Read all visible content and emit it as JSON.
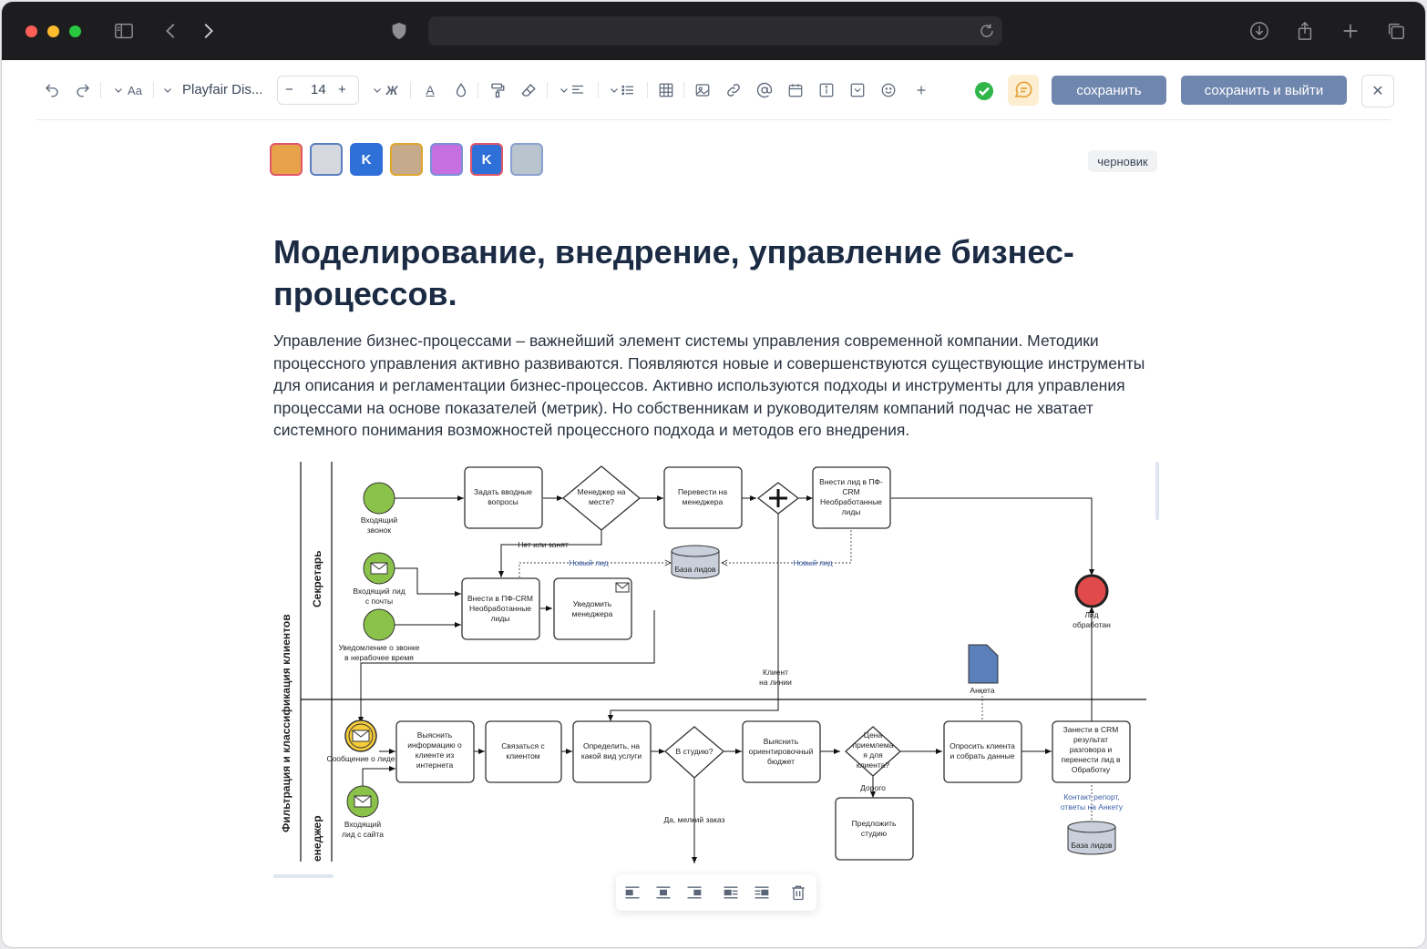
{
  "toolbar": {
    "font_size_glyph": "Aa",
    "font_name": "Playfair Dis...",
    "font_size": "14",
    "bold_glyph": "Ж",
    "underline_glyph": "A",
    "save_label": "сохранить",
    "save_exit_label": "сохранить и выйти"
  },
  "collaborators": [
    {
      "initial": "",
      "border": "#e0566b",
      "bg": "#e8a24a"
    },
    {
      "initial": "",
      "border": "#5a7fc0",
      "bg": "#d5d8de"
    },
    {
      "initial": "K",
      "border": "#2f6fd8",
      "bg": "#2f6fd8"
    },
    {
      "initial": "",
      "border": "#e0a52d",
      "bg": "#c7a98c"
    },
    {
      "initial": "",
      "border": "#7b8fd8",
      "bg": "#c56fe0"
    },
    {
      "initial": "K",
      "border": "#e0566b",
      "bg": "#2f6fd8"
    },
    {
      "initial": "",
      "border": "#8aa0d0",
      "bg": "#b9c4cf"
    }
  ],
  "status_badge": "черновик",
  "document": {
    "title": "Моделирование, внедрение, управление бизнес-процессов.",
    "paragraph": "Управление бизнес-процессами – важнейший элемент системы управления современной компании. Методики процессного управления активно развиваются. Появляются новые и совершенствуются существующие инструменты для описания и регламентации бизнес-процессов. Активно используются подходы и инструменты для управления процессами на основе показателей (метрик). Но собственникам и руководителям компаний подчас не хватает системного понимания возможностей процессного подхода и методов его внедрения."
  },
  "diagram": {
    "pool": "Фильтрация и классификация клиентов",
    "lane1": "Секретарь",
    "lane2": "енеджер",
    "ev_call": [
      "Входящий",
      "звонок"
    ],
    "ev_mail": [
      "Входящий лид",
      "с почты"
    ],
    "ev_notify": [
      "Уведомление о звонке",
      "в нерабочее время"
    ],
    "t_ask": [
      "Задать вводные",
      "вопросы"
    ],
    "g_manager": [
      "Менеджер на",
      "месте?"
    ],
    "t_transfer": [
      "Перевести на",
      "менеджера"
    ],
    "t_add_crm_top": [
      "Внести лид в ПФ-",
      "CRM",
      "Необработанные",
      "лиды"
    ],
    "t_add_crm": [
      "Внести в ПФ-CRM",
      "Необработанные",
      "лиды"
    ],
    "t_notify_mgr": [
      "Уведомить",
      "менеджера"
    ],
    "db_leads": "База лидов",
    "lbl_busy": "Нет или занят",
    "lbl_new1": "Новый лид",
    "lbl_new2": "Новый лид",
    "lbl_online": [
      "Клиент",
      "на линии"
    ],
    "ev_end": [
      "Лид",
      "обработан"
    ],
    "doc": "Анкета",
    "ev_msg": "Сообщение о лиде",
    "ev_site": [
      "Входящий",
      "лид с сайта"
    ],
    "t_find_info": [
      "Выяснить",
      "информацию о",
      "клиенте из",
      "интернета"
    ],
    "t_contact": [
      "Связаться с",
      "клиентом"
    ],
    "t_service": [
      "Определить, на",
      "какой вид услуги"
    ],
    "g_studio": "В студию?",
    "t_budget": [
      "Выяснить",
      "ориентировочный",
      "бюджет"
    ],
    "g_price": [
      "Цена",
      "приемлема",
      "я для",
      "клиента?"
    ],
    "lbl_expensive": "Дорого",
    "t_survey": [
      "Опросить клиента",
      "и собрать данные"
    ],
    "t_crm_result": [
      "Занести в CRM",
      "результат",
      "разговора и",
      "перенести лид в",
      "Обработку"
    ],
    "lbl_report": [
      "Контакт репорт,",
      "ответы на Анкету"
    ],
    "db_leads2": "База лидов",
    "t_offer": [
      "Предложить",
      "студию"
    ],
    "lbl_small": "Да, мелкий заказ"
  }
}
